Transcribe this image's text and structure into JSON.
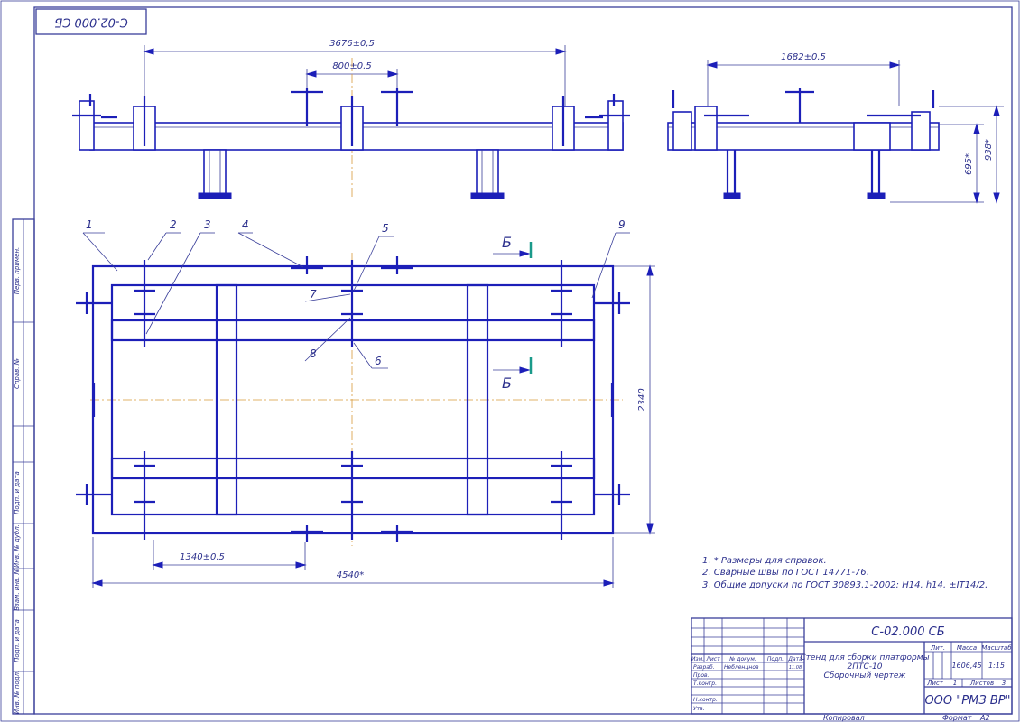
{
  "stamp": {
    "code_rotated": "С-02.000 СБ"
  },
  "dimensions": {
    "front_span": "3676±0,5",
    "front_mid": "800±0,5",
    "side_span": "1682±0,5",
    "side_h1": "695*",
    "side_h2": "938*",
    "plan_height": "2340",
    "plan_bottom": "1340±0,5",
    "plan_total": "4540*"
  },
  "leaders": [
    "1",
    "2",
    "3",
    "4",
    "5",
    "7",
    "8",
    "6",
    "9"
  ],
  "section": {
    "b_top": "Б",
    "b_mid": "Б"
  },
  "notes": [
    "1.  * Размеры для справок.",
    "2.  Сварные швы по ГОСТ 14771-76.",
    "3.  Общие допуски по ГОСТ 30893.1-2002: H14, h14, ±IT14/2."
  ],
  "side_labels": [
    "Перв. примен.",
    "Справ. №",
    "Подп. и дата",
    "Инв. № дубл.",
    "Взам. инв. №",
    "Подп. и дата",
    "Инв. № подл."
  ],
  "title_block": {
    "designation": "С-02.000 СБ",
    "name_line1": "Стенд для сборки платформы",
    "name_line2": "2ПТС-10",
    "name_line3": "Сборочный чертеж",
    "col_lit": "Лит.",
    "col_mass": "Масса",
    "col_scale": "Масштаб",
    "mass": "1606,45",
    "scale": "1:15",
    "sheet_label": "Лист",
    "sheet_num": "1",
    "sheets_label": "Листов",
    "sheets_num": "3",
    "company": "ООО \"РМЗ ВР\"",
    "row_izm": "Изм.",
    "row_list": "Лист",
    "row_doc": "№ докум.",
    "row_sign": "Подп.",
    "row_date": "Дата",
    "razrab": "Разраб.",
    "razrab_name": "Небленцнов",
    "razrab_date": "11.08",
    "prov": "Пров.",
    "tkontr": "Т.контр.",
    "nkontr": "Н.контр.",
    "utv": "Утв.",
    "copied": "Копировал",
    "format_label": "Формат",
    "format": "А2"
  }
}
